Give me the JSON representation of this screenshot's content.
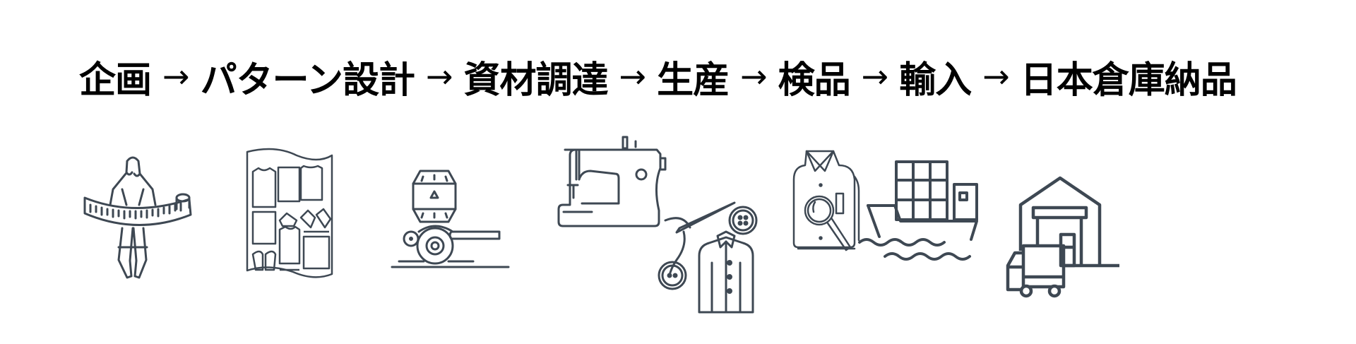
{
  "title": {
    "steps": [
      "企画",
      "パターン設計",
      "資材調達",
      "生産",
      "検品",
      "輸入",
      "日本倉庫納品"
    ],
    "separator": "→"
  },
  "colors": {
    "icon_stroke": "#3e4853",
    "text": "#000000",
    "background": "#ffffff"
  },
  "icons": [
    {
      "name": "tape-measure-figure-icon",
      "step": "企画"
    },
    {
      "name": "pattern-sheet-icon",
      "step": "パターン設計"
    },
    {
      "name": "fabric-machine-icon",
      "step": "資材調達"
    },
    {
      "name": "sewing-machine-shirt-icon",
      "step": "生産"
    },
    {
      "name": "shirt-magnifier-icon",
      "step": "検品"
    },
    {
      "name": "cargo-ship-icon",
      "step": "輸入"
    },
    {
      "name": "warehouse-truck-icon",
      "step": "日本倉庫納品"
    }
  ]
}
